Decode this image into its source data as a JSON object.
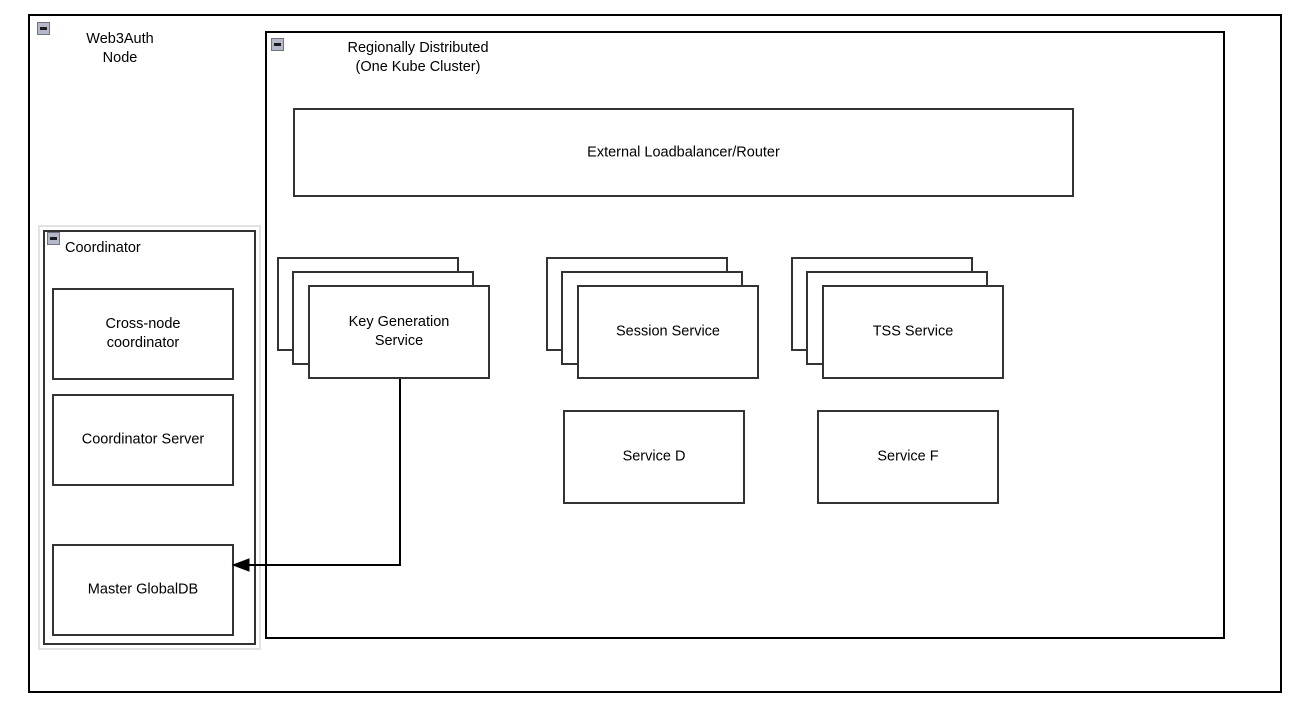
{
  "diagram": {
    "outer_node": {
      "title": "Web3Auth\nNode",
      "collapse_icon": "collapse-minus-icon"
    },
    "region": {
      "title": "Regionally Distributed\n(One Kube Cluster)",
      "collapse_icon": "collapse-minus-icon"
    },
    "coordinator": {
      "title": "Coordinator",
      "collapse_icon": "collapse-minus-icon",
      "items": [
        {
          "label": "Cross-node\ncoordinator"
        },
        {
          "label": "Coordinator Server"
        },
        {
          "label": "Master GlobalDB"
        }
      ]
    },
    "loadbalancer": {
      "label": "External Loadbalancer/Router"
    },
    "services": {
      "stacked": [
        {
          "label": "Key Generation\nService",
          "layers": 3
        },
        {
          "label": "Session Service",
          "layers": 3
        },
        {
          "label": "TSS Service",
          "layers": 3
        }
      ],
      "single": [
        {
          "label": "Service D"
        },
        {
          "label": "Service F"
        }
      ]
    },
    "connector": {
      "from": "Key Generation Service",
      "to": "Master GlobalDB",
      "arrow": "arrowhead-left"
    },
    "colors": {
      "stroke": "#333333",
      "container_stroke": "#000000",
      "shadow": "#e3e3e3",
      "icon_fill": "#b4b8c8",
      "background": "#ffffff"
    }
  }
}
